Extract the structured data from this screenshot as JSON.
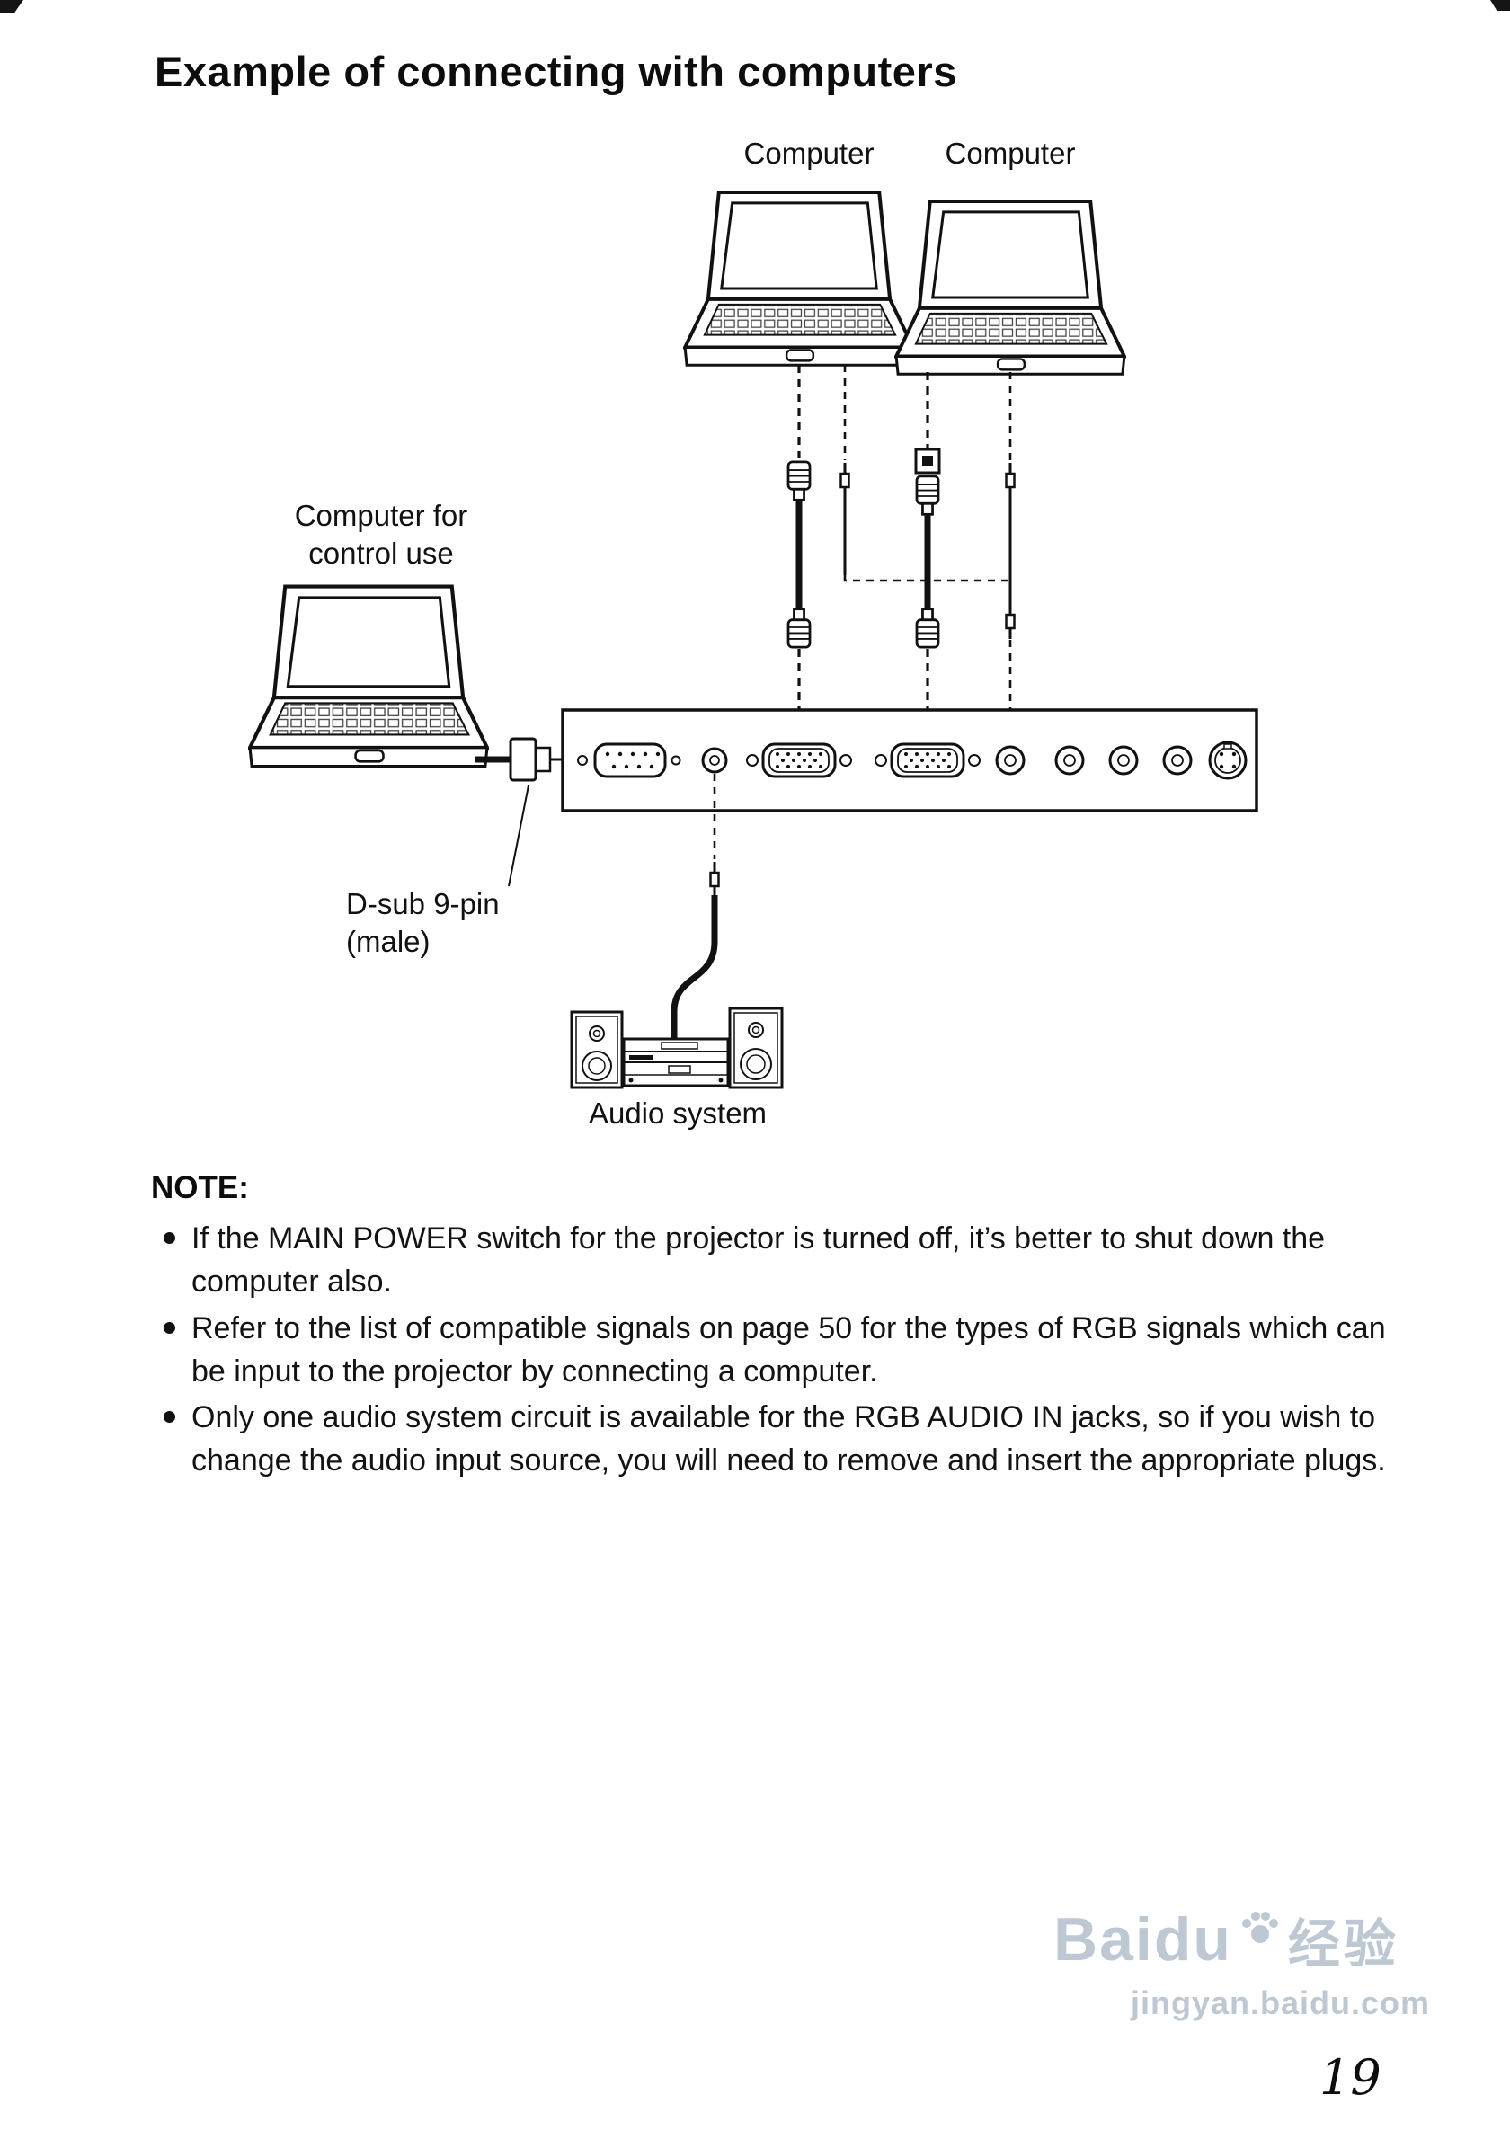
{
  "header": {
    "title": "Example of connecting with computers"
  },
  "diagram": {
    "computer_label_left": "Computer",
    "computer_label_right": "Computer",
    "control_computer_label": "Computer for control use",
    "connector_label": "D-sub 9-pin (male)",
    "audio_system_label": "Audio system"
  },
  "note": {
    "heading": "NOTE:",
    "items": [
      "If the MAIN POWER switch for the projector is turned off, it’s better to shut down the computer also.",
      "Refer to the list of compatible signals on page 50 for the types of RGB signals which can be input to the projector by connecting a computer.",
      "Only one audio system circuit is available for the RGB AUDIO IN jacks, so if you wish to change the audio input source, you will need to remove and insert the appropriate plugs."
    ]
  },
  "footer": {
    "page_number": "19"
  },
  "watermark": {
    "brand": "Baidu",
    "brand_cn": "经验",
    "url": "jingyan.baidu.com"
  }
}
